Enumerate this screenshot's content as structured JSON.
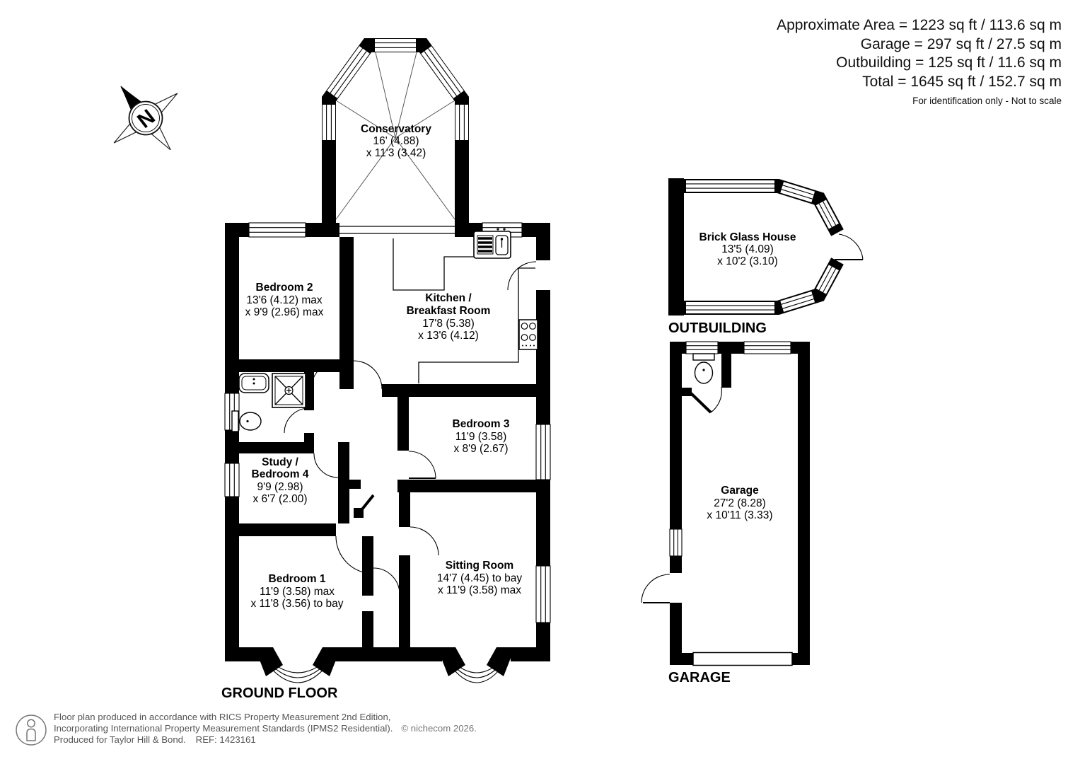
{
  "header": {
    "line1": "Approximate Area = 1223 sq ft / 113.6 sq m",
    "line2": "Garage = 297 sq ft / 27.5 sq m",
    "line3": "Outbuilding = 125 sq ft / 11.6 sq m",
    "line4": "Total = 1645 sq ft / 152.7 sq m",
    "note": "For identification only - Not to scale"
  },
  "compass": {
    "label": "N"
  },
  "rooms": {
    "conservatory": {
      "line1": "Conservatory",
      "line2": "16' (4.88)",
      "line3": "x 11'3 (3.42)"
    },
    "bedroom2": {
      "line1": "Bedroom 2",
      "line2": "13'6 (4.12) max",
      "line3": "x 9'9 (2.96) max"
    },
    "kitchen": {
      "line1": "Kitchen /",
      "line2": "Breakfast Room",
      "line3": "17'8 (5.38)",
      "line4": "x 13'6 (4.12)"
    },
    "bedroom3": {
      "line1": "Bedroom 3",
      "line2": "11'9 (3.58)",
      "line3": "x 8'9 (2.67)"
    },
    "study": {
      "line1": "Study /",
      "line2": "Bedroom 4",
      "line3": "9'9 (2.98)",
      "line4": "x 6'7 (2.00)"
    },
    "bedroom1": {
      "line1": "Bedroom 1",
      "line2": "11'9 (3.58) max",
      "line3": "x 11'8 (3.56) to bay"
    },
    "sitting_room": {
      "line1": "Sitting Room",
      "line2": "14'7 (4.45) to bay",
      "line3": "x 11'9 (3.58) max"
    },
    "brick_glass_house": {
      "line1": "Brick Glass House",
      "line2": "13'5 (4.09)",
      "line3": "x 10'2 (3.10)"
    },
    "garage": {
      "line1": "Garage",
      "line2": "27'2 (8.28)",
      "line3": "x 10'11 (3.33)"
    }
  },
  "labels": {
    "ground_floor": "GROUND FLOOR",
    "outbuilding": "OUTBUILDING",
    "garage": "GARAGE"
  },
  "footer": {
    "line1": "Floor plan produced in accordance with RICS Property Measurement 2nd Edition,",
    "line2": "Incorporating International Property Measurement Standards (IPMS2 Residential).",
    "copyright": "© nichecom 2026.",
    "line3": "Produced for Taylor Hill & Bond.",
    "ref": "REF: 1423161"
  }
}
